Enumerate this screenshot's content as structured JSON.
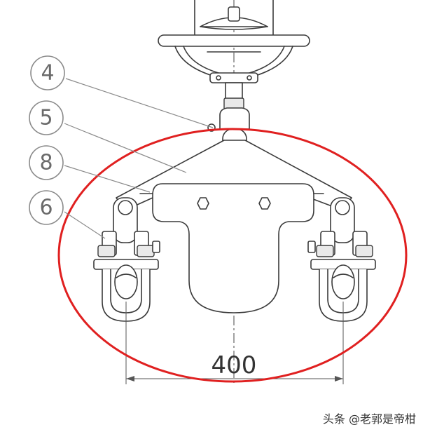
{
  "balloons": [
    {
      "label": "4"
    },
    {
      "label": "5"
    },
    {
      "label": "8"
    },
    {
      "label": "6"
    }
  ],
  "dimension": {
    "value": "400"
  },
  "watermark": {
    "text": "头条 @老郭是帝柑"
  },
  "colors": {
    "highlight_ellipse": "#e02020",
    "line": "#3a3a3a",
    "leader": "#8a8a8a"
  }
}
